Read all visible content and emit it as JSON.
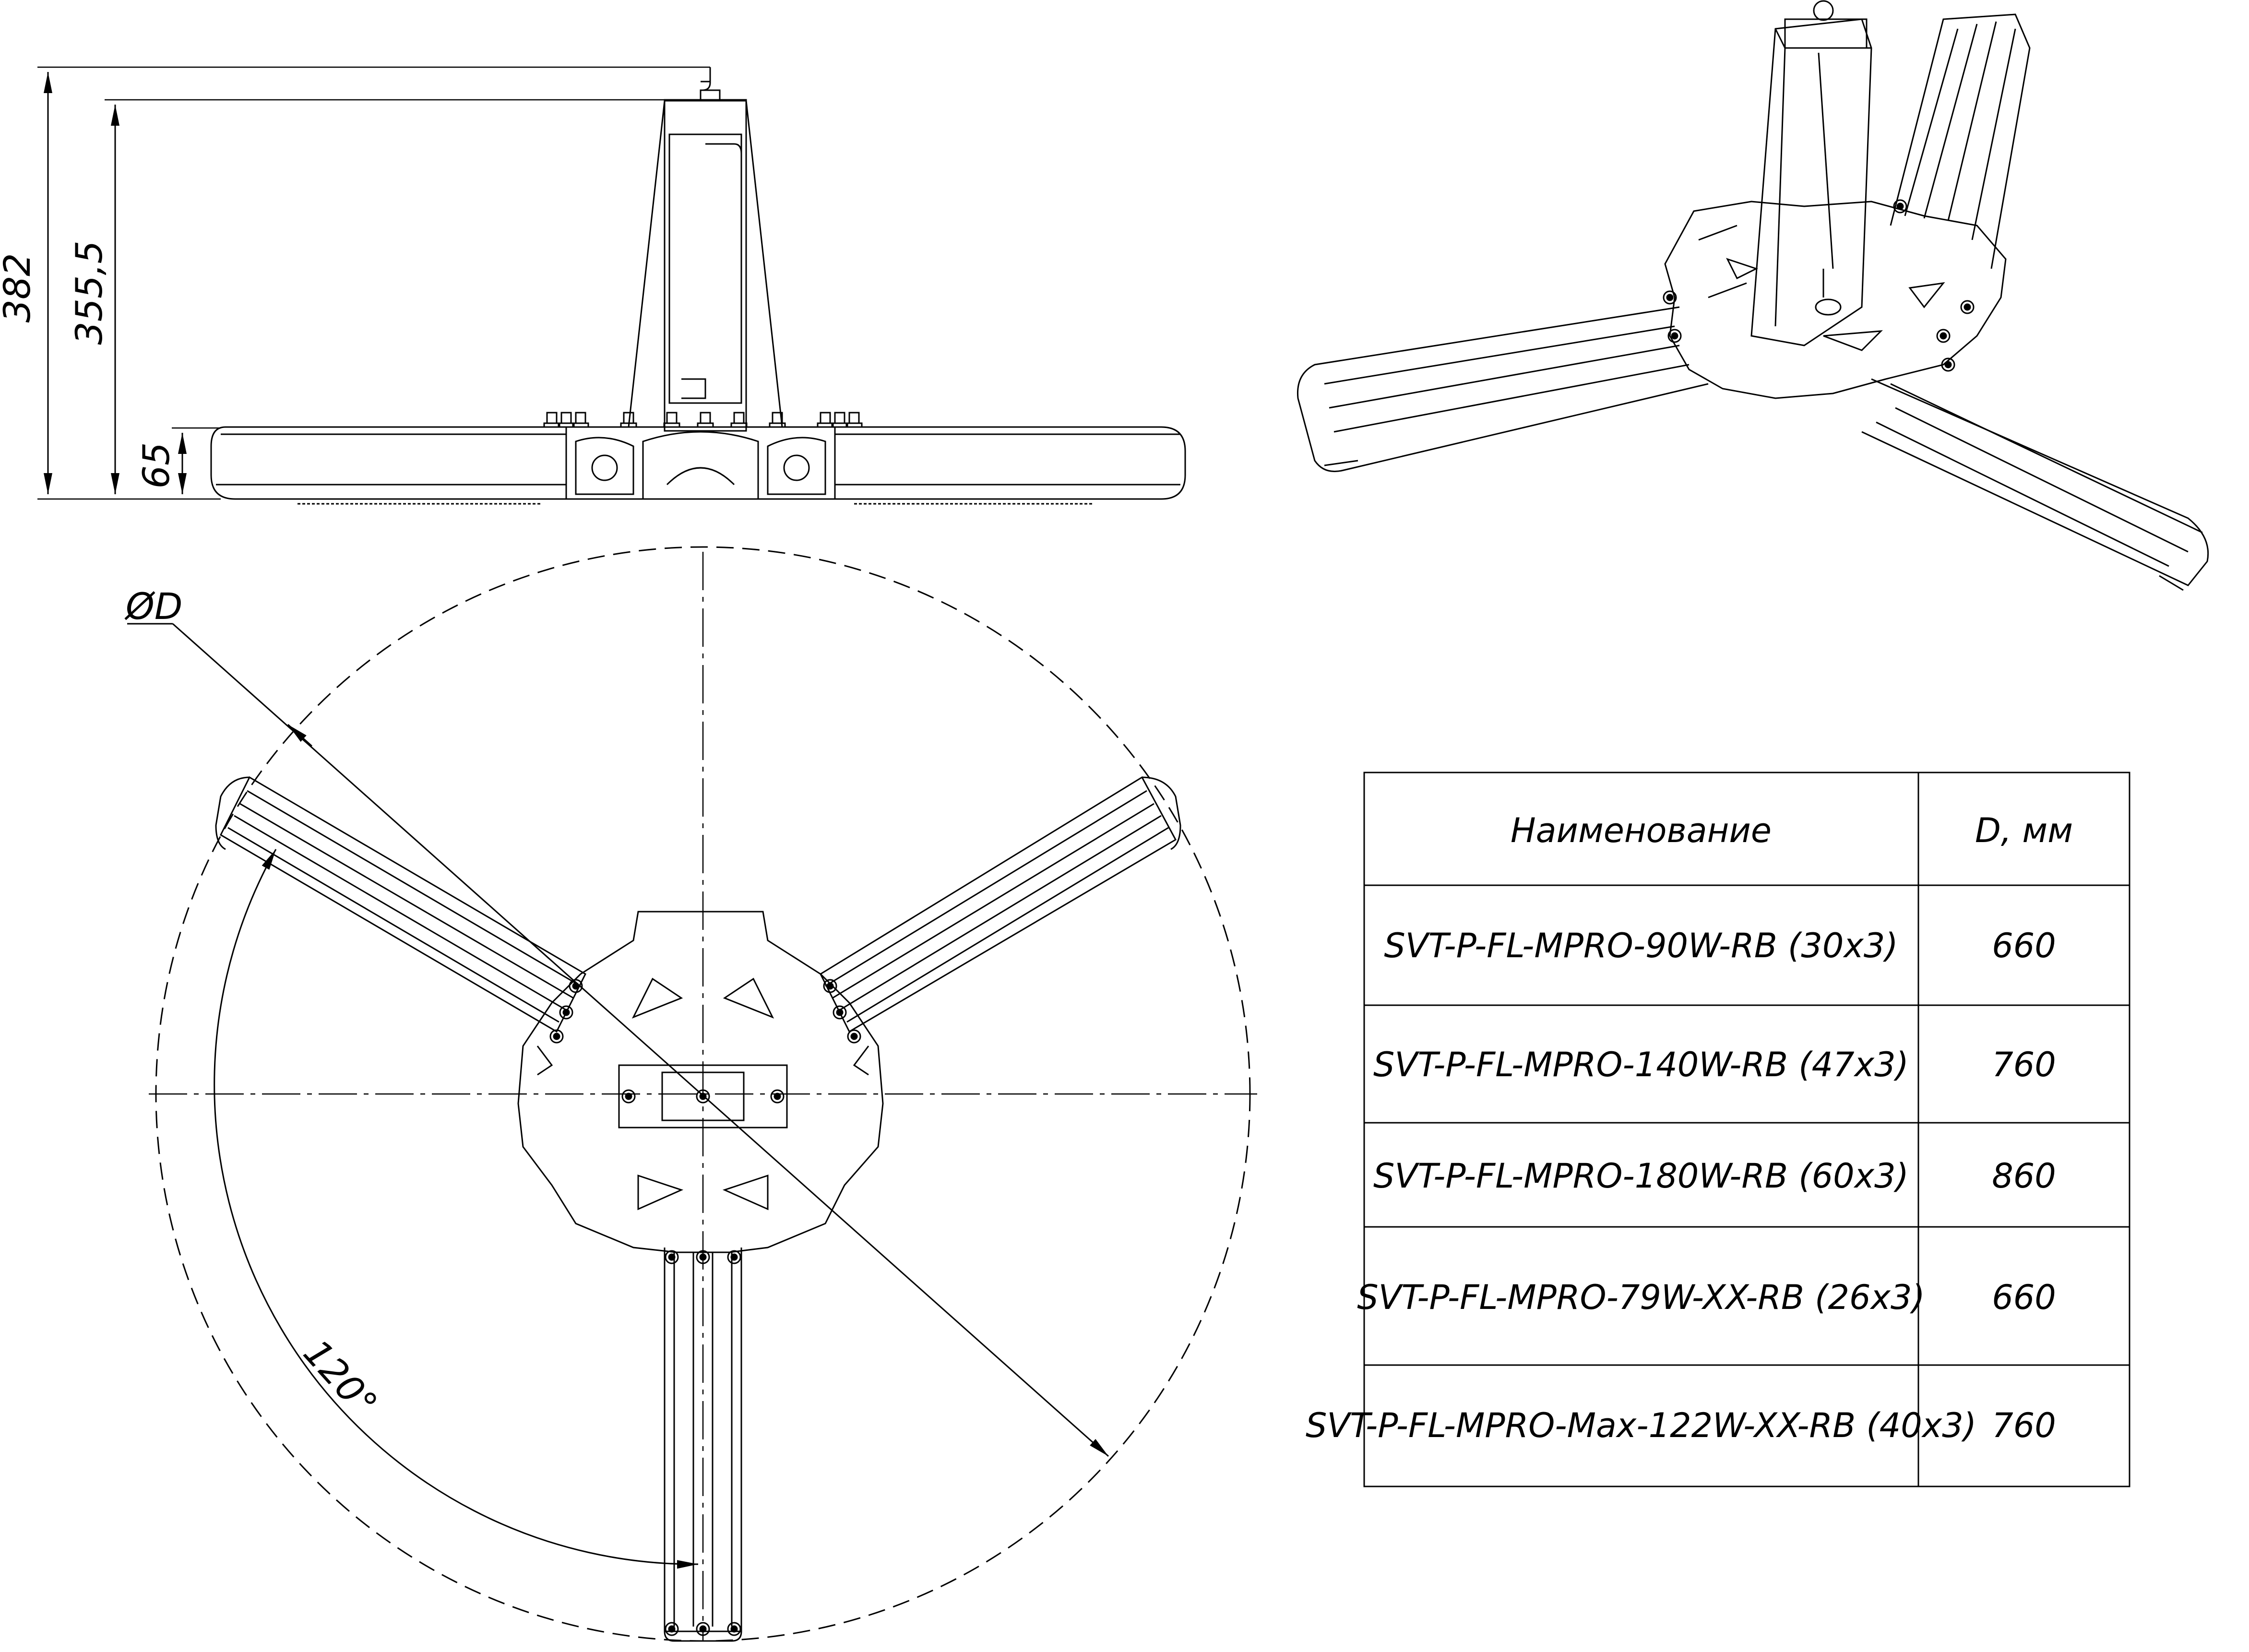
{
  "dimensions": {
    "total_height": "382",
    "body_height": "355,5",
    "panel_height": "65",
    "diameter": "ØD",
    "angle": "120°"
  },
  "table": {
    "header": {
      "name": "Наименование",
      "diameter": "D, мм"
    },
    "rows": [
      {
        "name": "SVT-P-FL-MPRO-90W-RB (30x3)",
        "d": "660"
      },
      {
        "name": "SVT-P-FL-MPRO-140W-RB (47x3)",
        "d": "760"
      },
      {
        "name": "SVT-P-FL-MPRO-180W-RB (60x3)",
        "d": "860"
      },
      {
        "name": "SVT-P-FL-MPRO-79W-XX-RB (26x3)",
        "d": "660"
      },
      {
        "name": "SVT-P-FL-MPRO-Max-122W-XX-RB (40x3)",
        "d": "760"
      }
    ]
  }
}
